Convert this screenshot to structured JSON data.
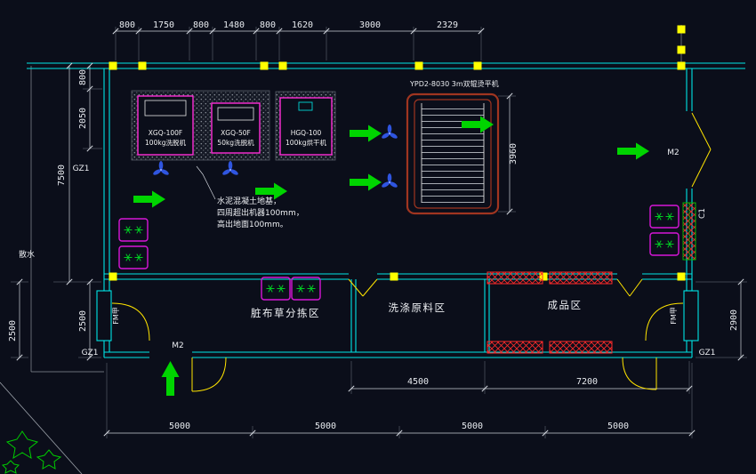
{
  "drawing": {
    "type": "laundry-plant-floor-plan"
  },
  "dimensions": {
    "top": [
      "800",
      "1750",
      "800",
      "1480",
      "800",
      "1620",
      "3000",
      "2329"
    ],
    "left_800": "800",
    "left_2050": "2050",
    "left_7500": "7500",
    "left_2500_inner": "2500",
    "left_2500_outer": "2500",
    "right_3960": "3960",
    "right_2900": "2900",
    "bottom_inner": [
      "4500",
      "7200"
    ],
    "bottom_outer": [
      "5000",
      "5000",
      "5000",
      "5000"
    ]
  },
  "machines": {
    "washer1_model": "XGQ-100F",
    "washer1_name": "100kg洗脱机",
    "washer2_model": "XGQ-50F",
    "washer2_name": "50kg洗脱机",
    "dryer_model": "HGQ-100",
    "dryer_name": "100kg烘干机",
    "ironer_label": "YPD2-8030 3m双辊烫平机"
  },
  "note": {
    "line1": "水泥混凝土地基，",
    "line2": "四周超出机器100mm，",
    "line3": "高出地面100mm。"
  },
  "rooms": {
    "sorting": "脏布草分拣区",
    "raw": "洗涤原料区",
    "finished": "成品区"
  },
  "marks": {
    "gz1": "GZ1",
    "m2": "M2",
    "c1": "C1",
    "fm": "FM甲",
    "apron": "散水"
  },
  "colors": {
    "background": "#0b0e1a",
    "wall": "#00e5e5",
    "dimension": "#d9dde4",
    "grid_marker": "#ffff00",
    "machine_outline": "#ff2ed8",
    "flow_arrow": "#00d400",
    "ironer_frame": "#a03520",
    "table_hatch": "#ff2a2a",
    "cart": "#d816d8",
    "cart_mark": "#00cc22",
    "fan_symbol": "#2f55e0",
    "plant": "#00cc00",
    "door": "#ffe400"
  }
}
